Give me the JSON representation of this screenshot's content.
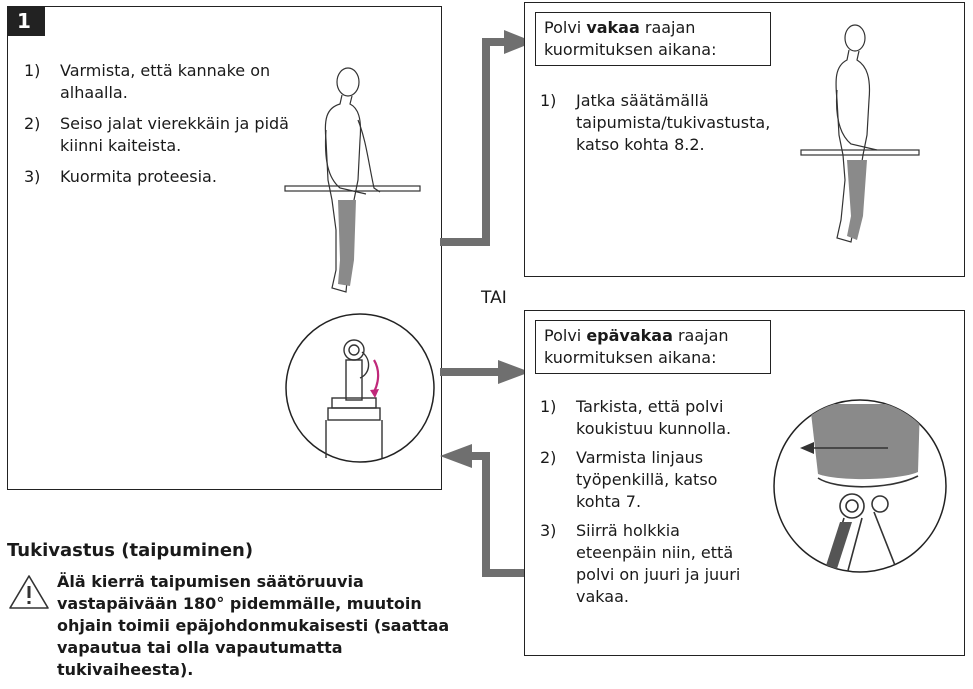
{
  "step_box": {
    "number": "1",
    "steps": [
      {
        "num": "1)",
        "text": "Varmista, että kannake on alhaalla."
      },
      {
        "num": "2)",
        "text": "Seiso jalat vierekkäin ja pidä kiinni kaiteista."
      },
      {
        "num": "3)",
        "text": "Kuormita proteesia."
      }
    ]
  },
  "stable_box": {
    "header_pre": "Polvi ",
    "header_bold": "vakaa",
    "header_post": " raajan kuormituksen aikana:",
    "steps": [
      {
        "num": "1)",
        "text": "Jatka säätämällä taipumista/tukivastusta, katso kohta 8.2."
      }
    ]
  },
  "or_label": "TAI",
  "unstable_box": {
    "header_pre": "Polvi ",
    "header_bold": "epävakaa",
    "header_post": " raajan kuormituksen aikana:",
    "steps": [
      {
        "num": "1)",
        "text": "Tarkista, että polvi koukistuu kunnolla."
      },
      {
        "num": "2)",
        "text": "Varmista linjaus työpenkillä, katso kohta 7."
      },
      {
        "num": "3)",
        "text": "Siirrä holkkia eteenpäin niin, että polvi on juuri ja juuri vakaa."
      }
    ]
  },
  "section": {
    "title": "Tukivastus (taipuminen)",
    "warning": "Älä kierrä taipumisen säätöruuvia vastapäivään 180° pidemmälle, muutoin ohjain toimii epäjohdonmukaisesti (saattaa vapautua tai olla vapautumatta tukivaiheesta)."
  },
  "colors": {
    "arrow": "#6f6f6f",
    "leg": "#8a8a8a",
    "accent": "#c0287a"
  }
}
